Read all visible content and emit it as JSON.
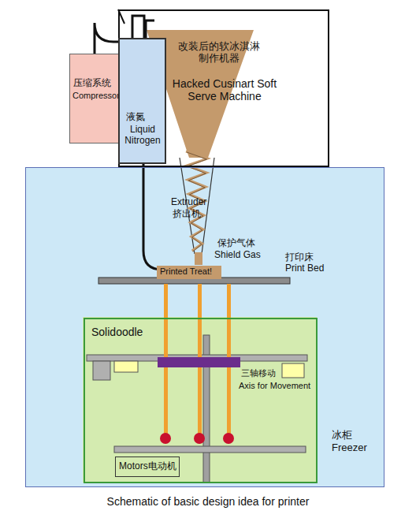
{
  "diagram": {
    "caption": "Schematic of basic design idea for printer",
    "nodes": [
      {
        "text": [
          "冰柜",
          "Freezer"
        ]
      },
      {
        "text": [
          "改装后的软冰淇淋 制作机器",
          "Hacked Cusinart Soft Serve Machine"
        ]
      },
      {
        "text": [
          "压缩系统",
          "Compressor"
        ]
      },
      {
        "text": [
          "液氮",
          "Liquid Nitrogen"
        ]
      },
      {
        "text": [
          "Solidoodle"
        ],
        "in": 0
      },
      {
        "text": [
          "Motors电动机"
        ],
        "in": 4
      },
      {
        "text": [
          "Printed Treat!"
        ],
        "in": 0
      }
    ],
    "edges": [
      {
        "from": 2,
        "to": 3,
        "arrow": "none"
      },
      {
        "from": 3,
        "to": 6,
        "arrow": "none"
      }
    ],
    "labels": [
      "Extruder",
      "挤出机",
      "保护气体",
      "Shield Gas",
      "打印床",
      "Print Bed",
      "三轴移动",
      "Axis for Movement"
    ]
  }
}
